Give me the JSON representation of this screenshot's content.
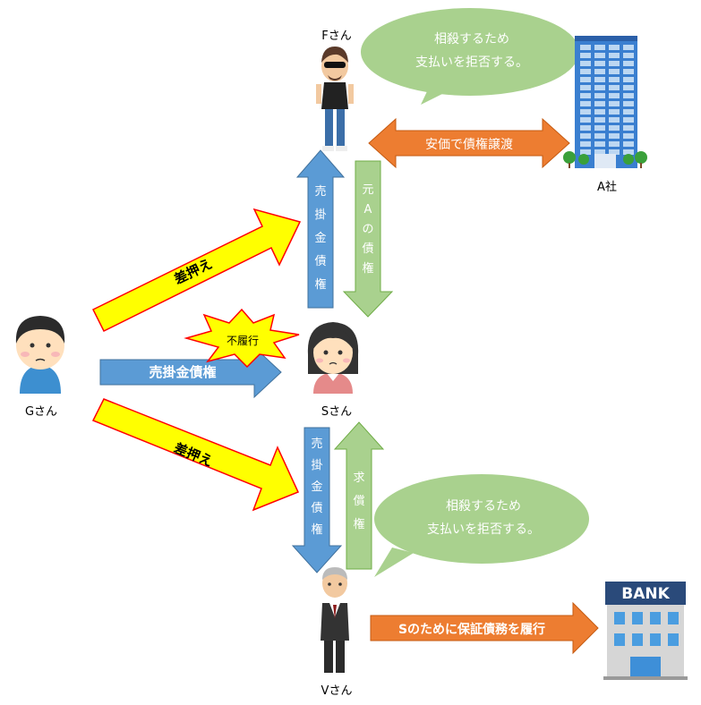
{
  "people": {
    "g": {
      "label": "Gさん"
    },
    "f": {
      "label": "Fさん"
    },
    "s": {
      "label": "Sさん"
    },
    "v": {
      "label": "Vさん"
    },
    "a": {
      "label": "A社"
    }
  },
  "bank": {
    "sign": "BANK"
  },
  "arrows": {
    "garnish_top": "差押え",
    "garnish_bottom": "差押え",
    "g_to_s": "売掛金債権",
    "s_to_f_chars": [
      "売",
      "掛",
      "金",
      "債",
      "権"
    ],
    "f_to_s_chars": [
      "元",
      "A",
      "の",
      "債",
      "権"
    ],
    "s_to_v_chars": [
      "売",
      "掛",
      "金",
      "債",
      "権"
    ],
    "v_to_s_chars": [
      "求",
      "償",
      "権"
    ],
    "f_a_transfer": "安価で債権譲渡",
    "v_bank": "Sのために保証債務を履行"
  },
  "burst": {
    "label": "不履行"
  },
  "bubbles": {
    "top": {
      "line1": "相殺するため",
      "line2": "支払いを拒否する。"
    },
    "bottom": {
      "line1": "相殺するため",
      "line2": "支払いを拒否する。"
    }
  },
  "colors": {
    "blue": "#5b9bd5",
    "green": "#a9d18e",
    "orange": "#ed7d31",
    "yellow": "#ffff00",
    "red": "#ff0000",
    "bubble": "#a9d18e"
  }
}
